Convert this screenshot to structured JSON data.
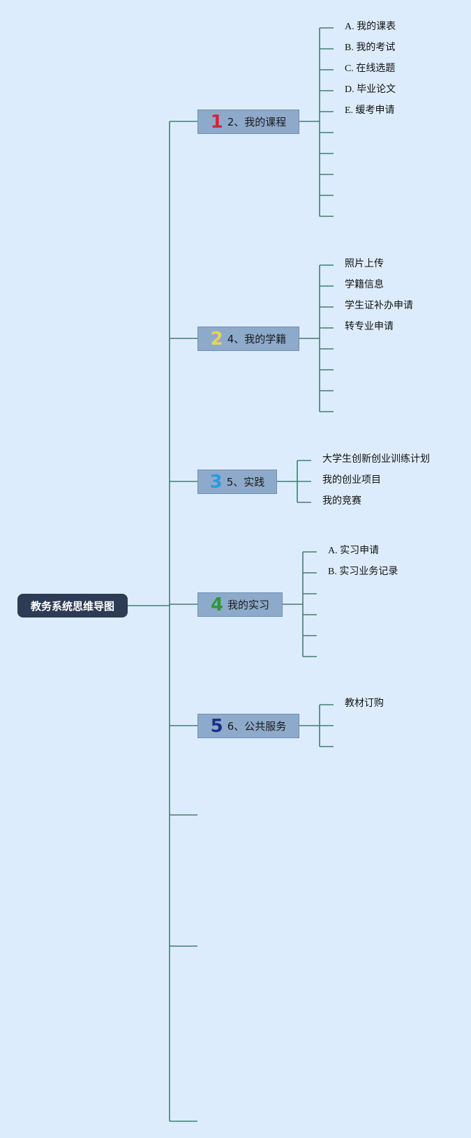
{
  "root": {
    "label": "教务系统思维导图"
  },
  "branches": [
    {
      "badge": "1",
      "badge_color": "#d0283a",
      "label": "2、我的课程",
      "items": [
        "A. 我的课表",
        "B. 我的考试",
        "C. 在线选题",
        "D. 毕业论文",
        "E. 缓考申请"
      ]
    },
    {
      "badge": "2",
      "badge_color": "#e8d25a",
      "label": "4、我的学籍",
      "items": [
        "照片上传",
        "学籍信息",
        "学生证补办申请",
        "转专业申请"
      ]
    },
    {
      "badge": "3",
      "badge_color": "#2e98e0",
      "label": "5、实践",
      "items": [
        "大学生创新创业训练计划",
        "我的创业项目",
        "我的竞赛"
      ]
    },
    {
      "badge": "4",
      "badge_color": "#2a9a3a",
      "label": "我的实习",
      "items": [
        "A. 实习申请",
        "B. 实习业务记录"
      ]
    },
    {
      "badge": "5",
      "badge_color": "#1c2f8a",
      "label": "6、公共服务",
      "items": [
        "教材订购"
      ]
    }
  ],
  "colors": {
    "background": "#ddecfc",
    "connector": "#3f7f6f",
    "root_fill": "#2e3b54",
    "branch_fill": "#8eaacb"
  }
}
